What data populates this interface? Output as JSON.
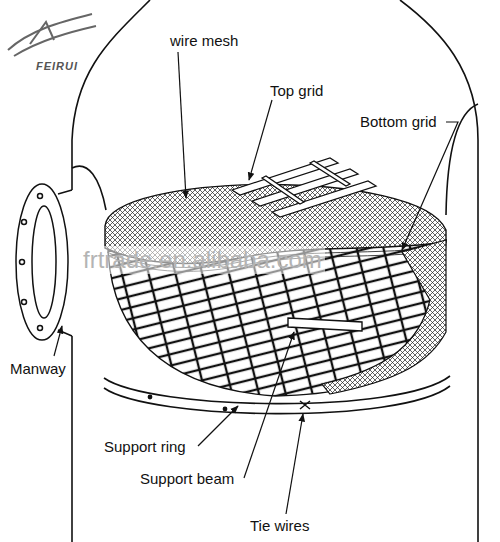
{
  "diagram": {
    "labels": [
      "wire mesh",
      "Top grid",
      "Bottom grid",
      "Manway",
      "Support ring",
      "Support beam",
      "Tie wires",
      "frtrade.en.alibaba.com",
      "FEIRUI"
    ]
  }
}
